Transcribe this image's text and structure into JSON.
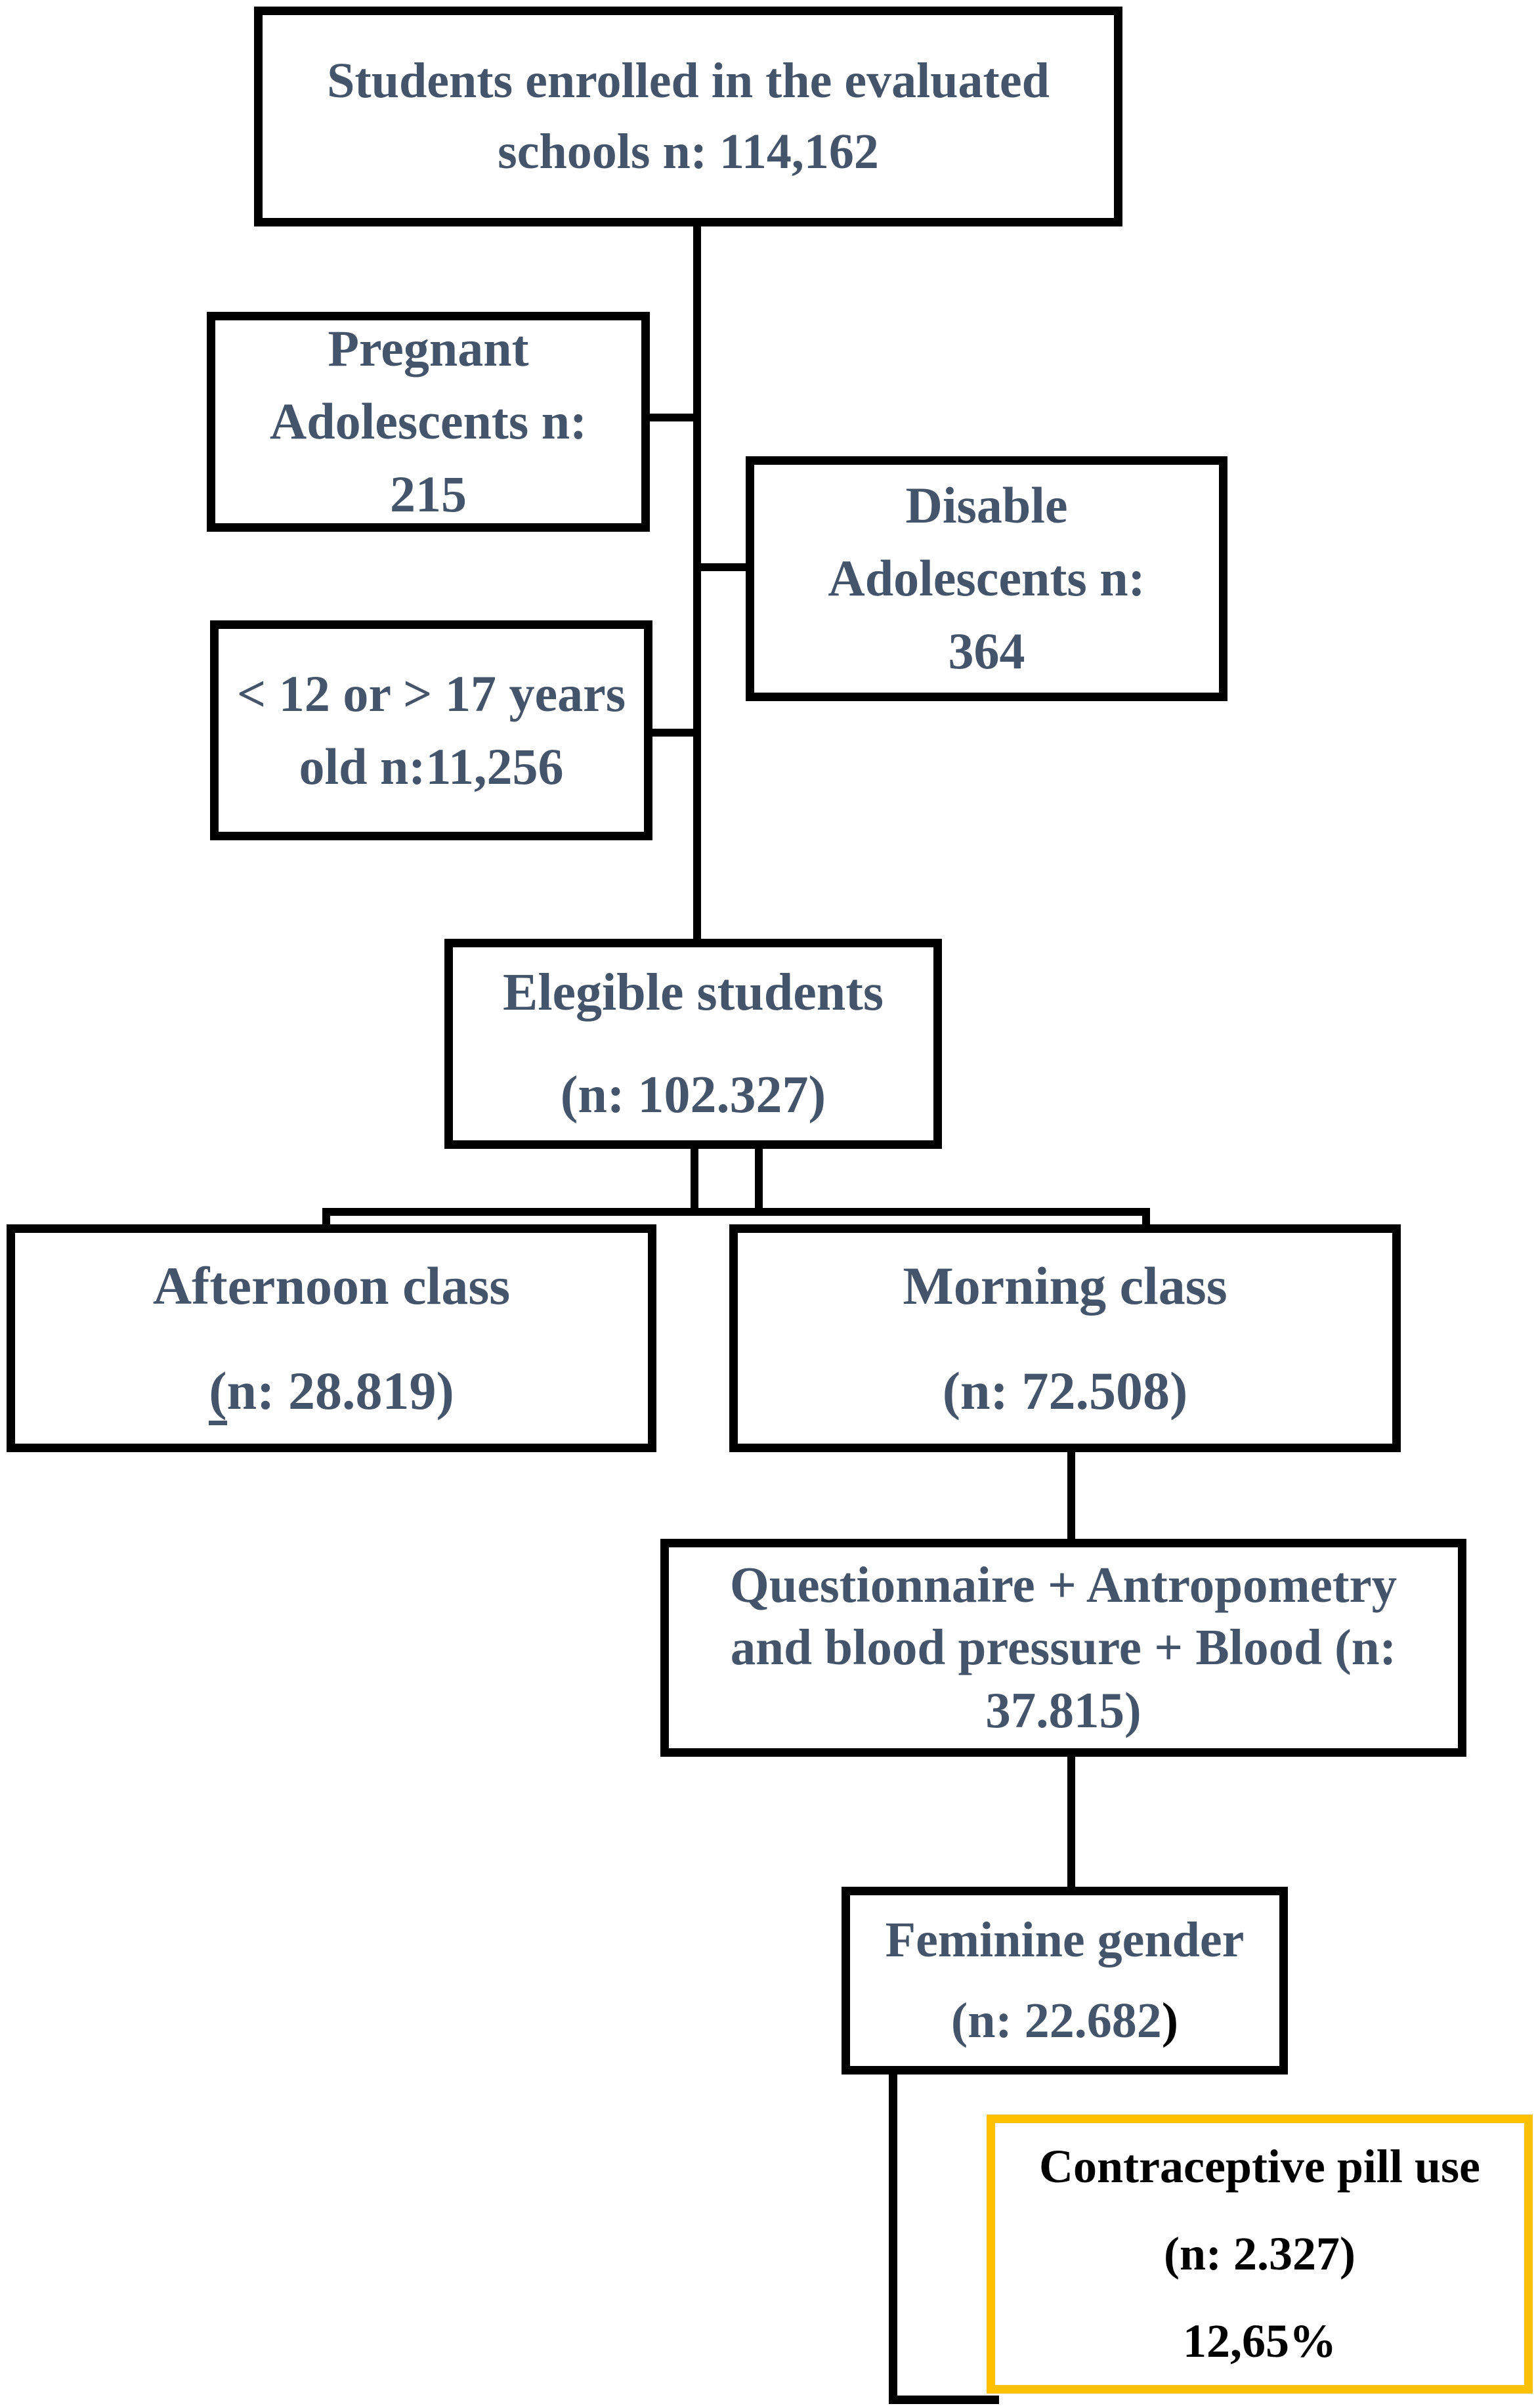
{
  "figure": {
    "type": "flowchart",
    "background": "#FFFFFF"
  },
  "colors": {
    "node_border": "#000000",
    "connector": "#000000",
    "node_text": "#44546A",
    "highlight_border": "#FFC000",
    "highlight_text": "#000000"
  },
  "nodes": {
    "enrolled": {
      "lines": [
        "Students enrolled in the evaluated",
        "schools n: 114,162"
      ]
    },
    "pregnant": {
      "lines": [
        "Pregnant",
        "Adolescents n:",
        "215"
      ]
    },
    "disable": {
      "lines": [
        "Disable",
        "Adolescents n:",
        "364"
      ]
    },
    "age_exclusion": {
      "lines": [
        "< 12 or > 17 years",
        "old n:11,256"
      ]
    },
    "eligible": {
      "lines": [
        "Elegible students",
        "(n: 102.327)"
      ]
    },
    "afternoon": {
      "line1": "Afternoon class",
      "line2_paren": "(",
      "line2_rest": "n: 28.819)"
    },
    "morning": {
      "lines": [
        "Morning class",
        "(n: 72.508)"
      ]
    },
    "questionnaire": {
      "lines": [
        "Questionnaire + Antropometry",
        "and blood pressure + Blood (n:",
        "37.815)"
      ]
    },
    "feminine": {
      "line1": "Feminine gender",
      "line2_main": "(n: 22.682",
      "line2_paren": ")"
    },
    "contraceptive": {
      "lines": [
        "Contraceptive pill use",
        "(n: 2.327)",
        "12,65%"
      ]
    }
  },
  "edges": [
    "enrolled -> eligible",
    "enrolled -> pregnant (excluded)",
    "enrolled -> disable (excluded)",
    "enrolled -> age_exclusion (excluded)",
    "eligible -> afternoon",
    "eligible -> morning",
    "morning -> questionnaire",
    "questionnaire -> feminine",
    "feminine -> contraceptive",
    "feminine -> (continues below image edge)"
  ]
}
